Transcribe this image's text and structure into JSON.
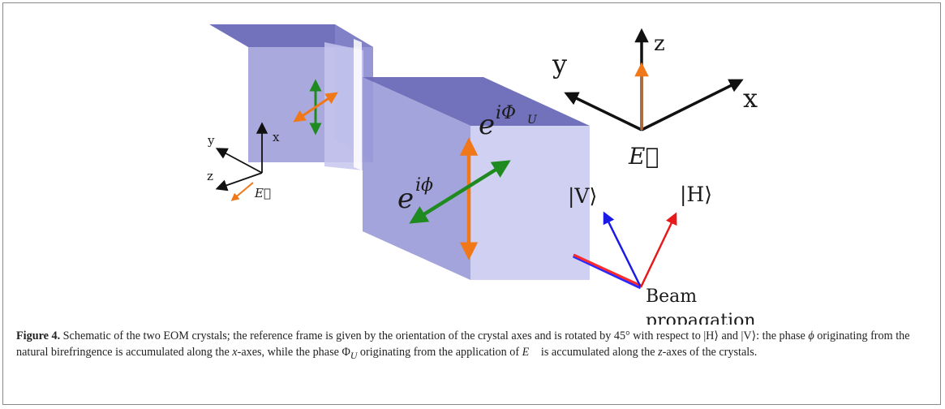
{
  "colors": {
    "crystal_front": "#c9c9f0",
    "crystal_top": "#6a6ab8",
    "crystal_side": "#9696d6",
    "field_arrow": "#f07818",
    "phi_arrow": "#1f8a1f",
    "v_arrow": "#1a1ae6",
    "h_arrow": "#e61a1a"
  },
  "figure": {
    "small_frame": {
      "axis_y": "y",
      "axis_x": "x",
      "axis_z": "z",
      "field": "E⃗"
    },
    "large_frame": {
      "axis_z": "z",
      "axis_y": "y",
      "axis_x": "x",
      "field": "E⃗"
    },
    "phase_u_base": "e",
    "phase_u_exp": "iΦ",
    "phase_u_sub": "U",
    "phase_phi_base": "e",
    "phase_phi_exp": "iϕ",
    "ket_v": "|V⟩",
    "ket_h": "|H⟩",
    "beam_label_line1": "Beam",
    "beam_label_line2": "propagation"
  },
  "caption": {
    "lead": "Figure 4.",
    "t1": " Schematic of the two EOM crystals; the reference frame is given by the orientation of the crystal axes and is rotated by 45° with respect to |H⟩ and |V⟩: the phase ",
    "phi": "ϕ",
    "t2": " originating from the natural birefringence is accumulated along the ",
    "xaxes": "x",
    "t3": "-axes, while the phase ",
    "PhiU": "Φ",
    "PhiU_sub": "U",
    "t4": " originating from the application of ",
    "E": "E⃗",
    "t5": " is accumulated along the ",
    "zaxes": "z",
    "t6": "-axes of the crystals."
  }
}
